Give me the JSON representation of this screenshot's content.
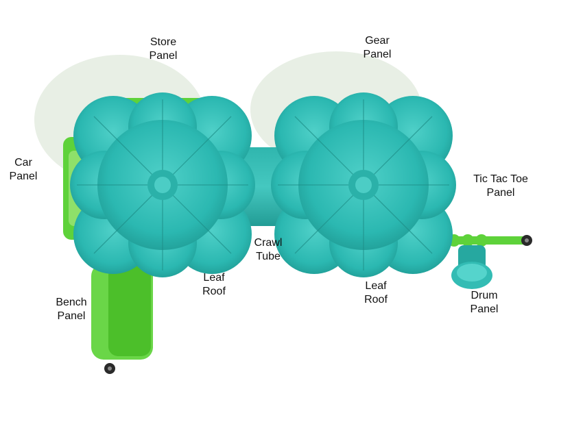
{
  "colors": {
    "roof": "#2bb8b1",
    "roof_dark": "#1f9690",
    "roof_light": "#49cdc5",
    "green": "#5ed23a",
    "green_dark": "#3fae22",
    "shadow": "#e6eee3",
    "post": "#2a2a2a"
  },
  "labels": {
    "store_panel": [
      "Store",
      "Panel"
    ],
    "gear_panel": [
      "Gear",
      "Panel"
    ],
    "car_panel": [
      "Car",
      "Panel"
    ],
    "tic_tac_toe_panel": [
      "Tic Tac Toe",
      "Panel"
    ],
    "crawl_tube": [
      "Crawl",
      "Tube"
    ],
    "leaf_roof_left": [
      "Leaf",
      "Roof"
    ],
    "leaf_roof_right": [
      "Leaf",
      "Roof"
    ],
    "bench_panel": [
      "Bench",
      "Panel"
    ],
    "drum_panel": [
      "Drum",
      "Panel"
    ]
  }
}
